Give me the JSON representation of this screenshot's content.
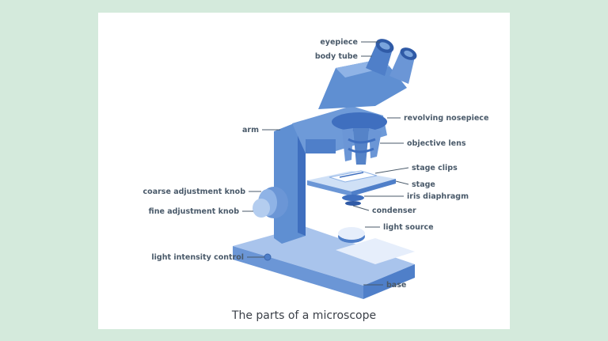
{
  "figure": {
    "caption": "The parts of a microscope",
    "colors": {
      "background": "#d4eadc",
      "card": "#ffffff",
      "dark_blue": "#4f7fc9",
      "mid_blue": "#7aa4dc",
      "light_blue": "#b4cdef",
      "label_text": "#4a5a6a"
    },
    "labels": {
      "eyepiece": "eyepiece",
      "body_tube": "body tube",
      "revolving_nosepiece": "revolving nosepiece",
      "arm": "arm",
      "objective_lens": "objective lens",
      "stage_clips": "stage clips",
      "stage": "stage",
      "coarse_adjustment_knob": "coarse adjustment knob",
      "iris_diaphragm": "iris diaphragm",
      "fine_adjustment_knob": "fine adjustment knob",
      "condenser": "condenser",
      "light_source": "light source",
      "light_intensity_control": "light intensity control",
      "base": "base"
    }
  }
}
